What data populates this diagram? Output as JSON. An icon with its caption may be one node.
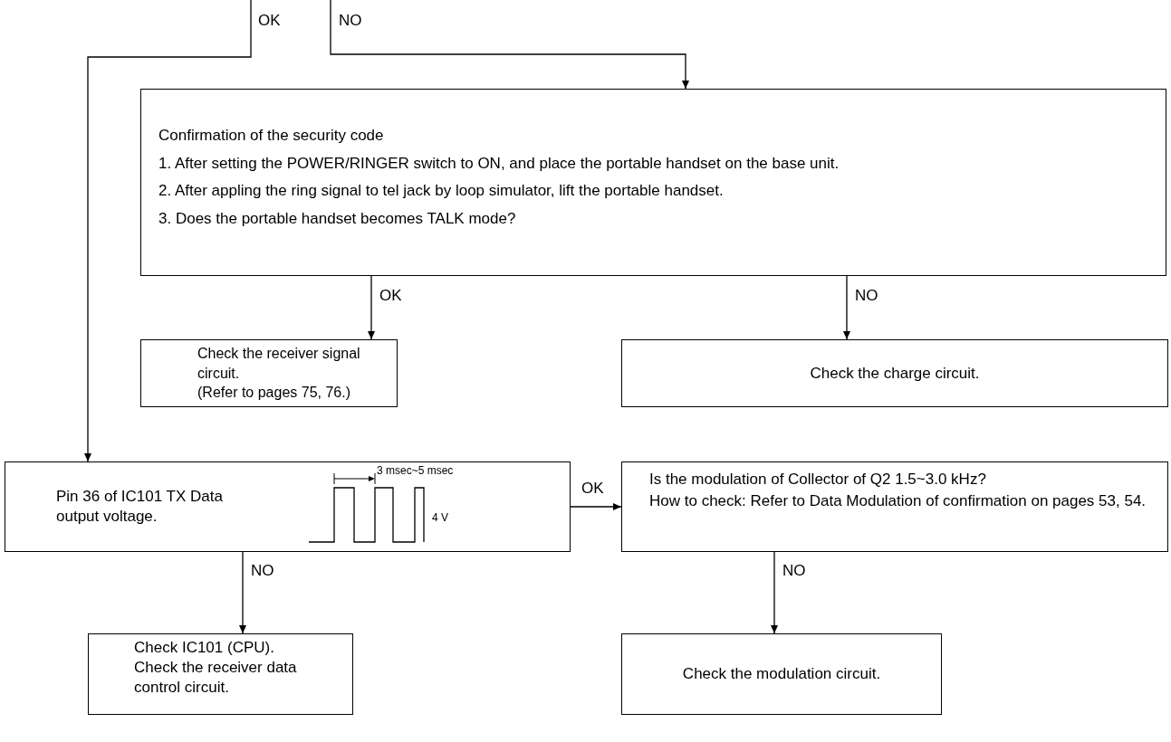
{
  "diagram": {
    "nodes": [
      {
        "text": [
          "Confirmation of the security code",
          "1. After setting the POWER/RINGER switch to ON, and place the portable handset on the base unit.",
          "2. After appling the ring signal to tel jack by loop simulator, lift the portable handset.",
          "3. Does the portable handset becomes TALK mode?"
        ]
      },
      {
        "text": [
          "Check the receiver signal circuit.",
          "(Refer to pages 75, 76.)"
        ]
      },
      {
        "text": [
          "Check the charge circuit."
        ]
      },
      {
        "text": [
          "Pin 36 of IC101 TX Data output voltage."
        ]
      },
      {
        "text": [
          "Is the modulation of Collector of Q2 1.5~3.0 kHz?",
          "How to check:  Refer to Data Modulation of confirmation on pages 53, 54."
        ]
      },
      {
        "text": [
          "Check IC101 (CPU).",
          "Check the receiver data control circuit."
        ]
      },
      {
        "text": [
          "Check the modulation circuit."
        ]
      }
    ],
    "edges": [
      {
        "from": null,
        "to": 0,
        "arrow": "to",
        "label": "NO"
      },
      {
        "from": null,
        "to": 3,
        "arrow": "to",
        "label": "OK"
      },
      {
        "from": 0,
        "to": 1,
        "arrow": "to",
        "label": "OK"
      },
      {
        "from": 0,
        "to": 2,
        "arrow": "to",
        "label": "NO"
      },
      {
        "from": 3,
        "to": 4,
        "arrow": "to",
        "label": "OK"
      },
      {
        "from": 3,
        "to": 5,
        "arrow": "to",
        "label": "NO"
      },
      {
        "from": 4,
        "to": 6,
        "arrow": "to",
        "label": "NO"
      }
    ],
    "labels": [
      "3 msec~5 msec",
      "4 V"
    ]
  }
}
